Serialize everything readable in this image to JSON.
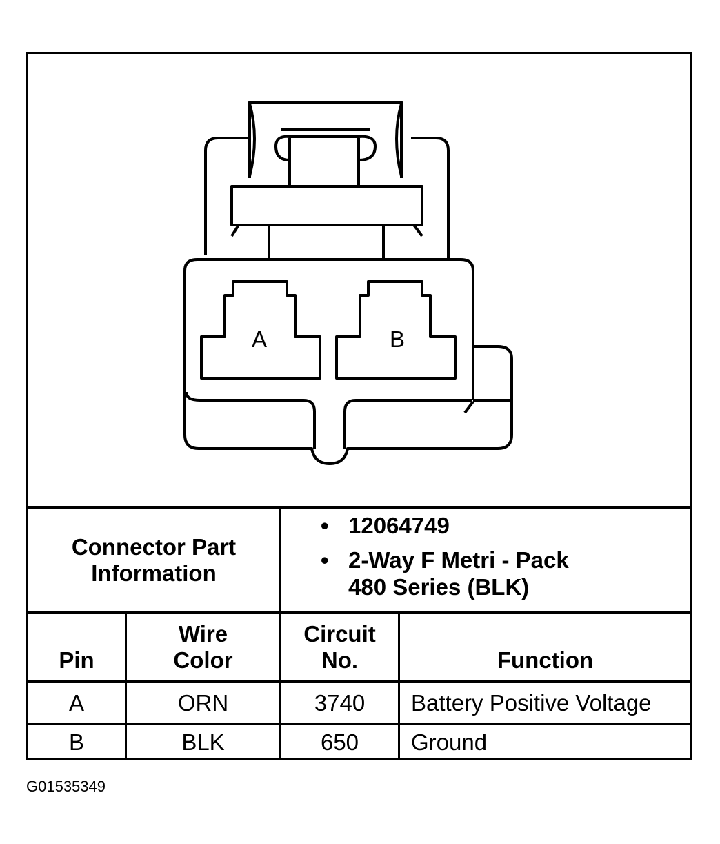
{
  "connector": {
    "cavity_a_label": "A",
    "cavity_b_label": "B"
  },
  "part_info": {
    "label": "Connector Part\nInformation",
    "bullets": [
      "12064749",
      "2-Way F Metri - Pack\n480 Series (BLK)"
    ]
  },
  "table": {
    "headers": {
      "pin": "Pin",
      "wire_color": "Wire\nColor",
      "circuit": "Circuit\nNo.",
      "function": "Function"
    },
    "rows": [
      {
        "pin": "A",
        "wire_color": "ORN",
        "circuit": "3740",
        "function": "Battery Positive Voltage"
      },
      {
        "pin": "B",
        "wire_color": "BLK",
        "circuit": "650",
        "function": "Ground"
      }
    ]
  },
  "figure_id": "G01535349"
}
